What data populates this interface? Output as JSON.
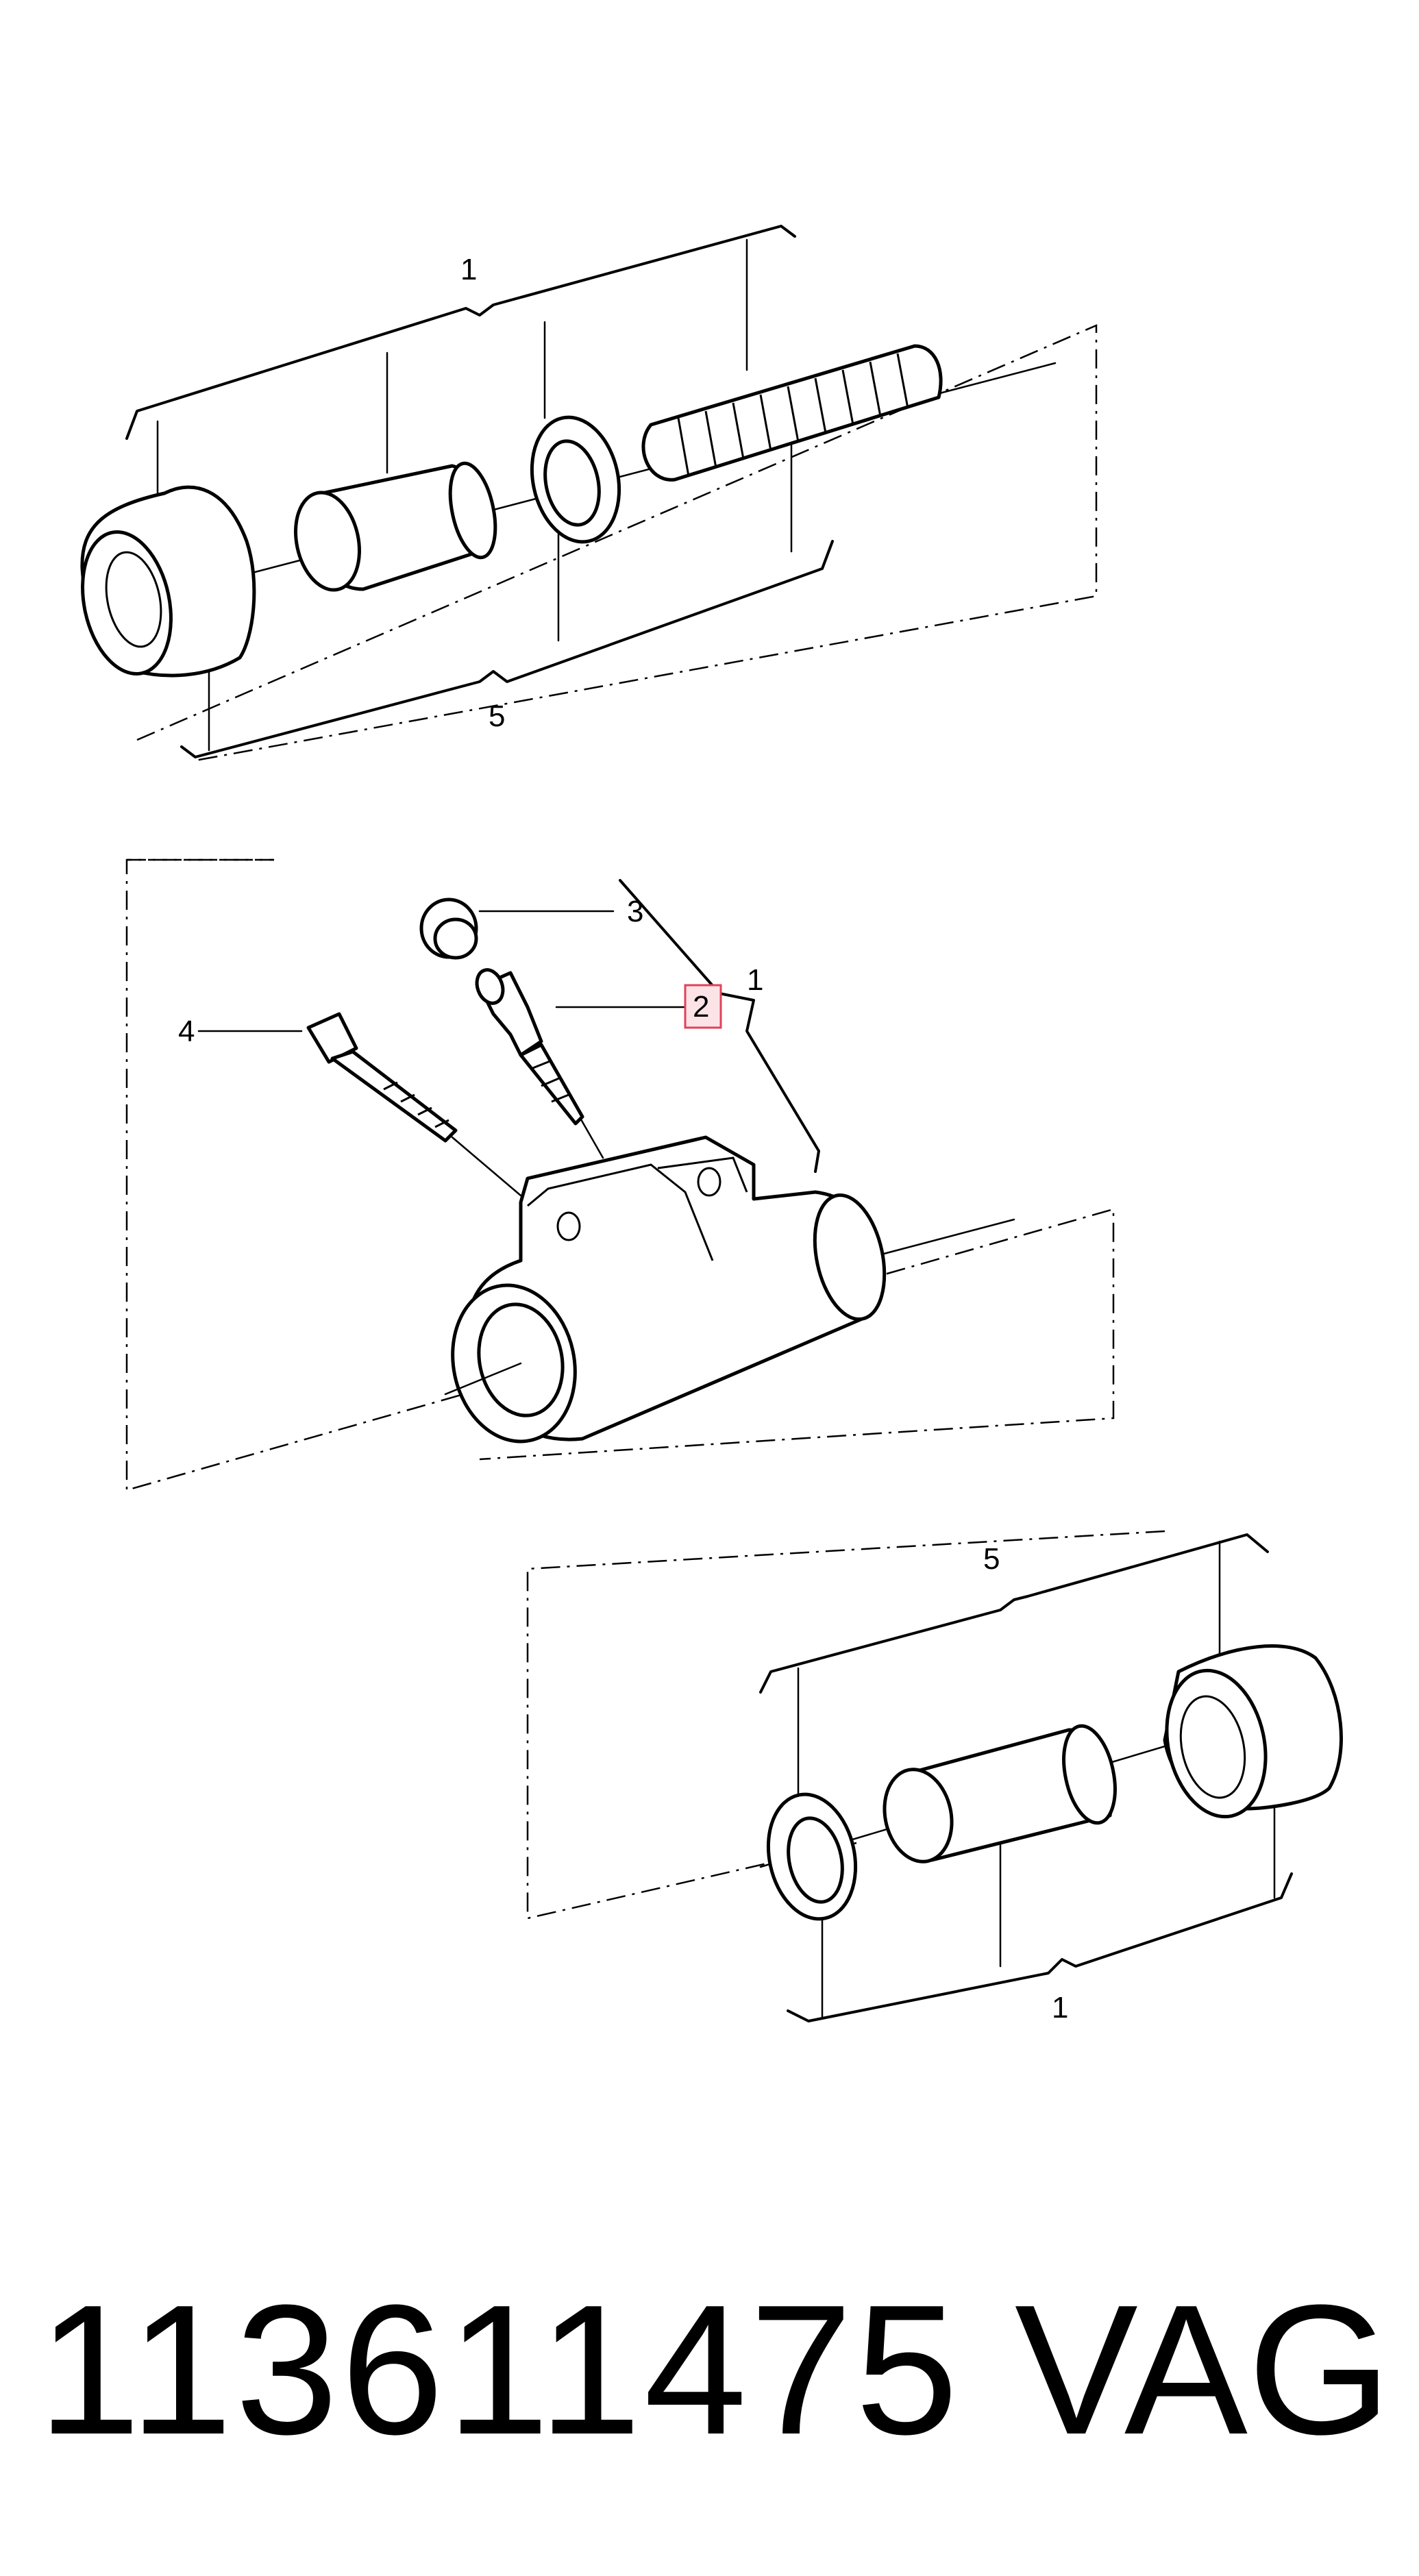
{
  "callouts": {
    "top_kit": "1",
    "top_repair": "5",
    "cap": "3",
    "bleed_valve": "2",
    "bleed_screw": "4",
    "body_kit": "1",
    "bottom_repair": "5",
    "bottom_kit": "1"
  },
  "footer": {
    "part_number": "113611475",
    "brand": "VAG"
  },
  "colors": {
    "highlight_fill": "#fbe3e6",
    "highlight_stroke": "#e0425a",
    "ink": "#000000"
  }
}
